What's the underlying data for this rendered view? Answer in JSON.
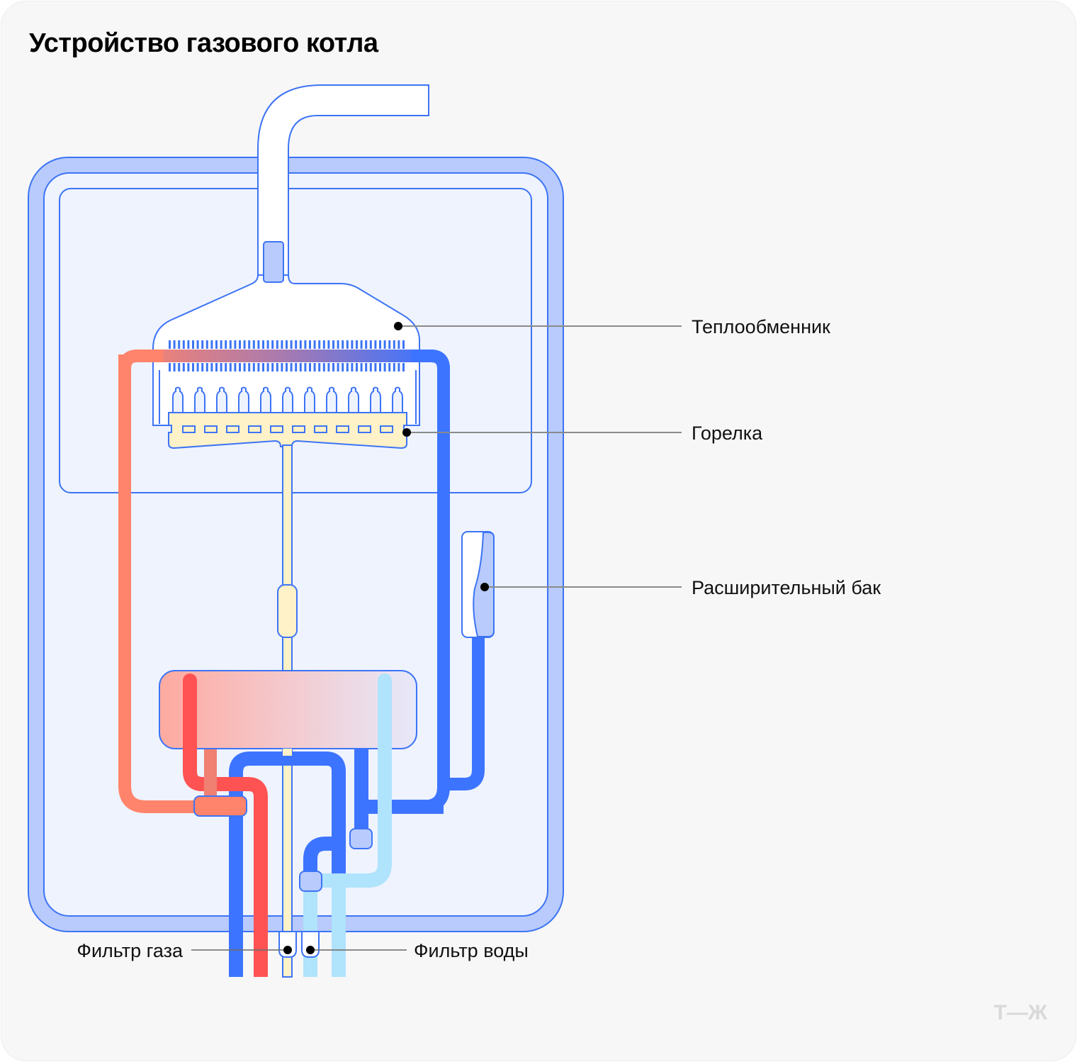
{
  "title": "Устройство газового котла",
  "labels": {
    "heat_exchanger": "Теплообменник",
    "burner": "Горелка",
    "expansion_tank": "Расширительный бак",
    "gas_filter": "Фильтр газа",
    "water_filter": "Фильтр воды"
  },
  "logo": "Т—Ж",
  "colors": {
    "background": "#f7f7f7",
    "outline_blue": "#3d74f5",
    "frame_fill": "#b8cbfc",
    "panel_fill": "#eef3fe",
    "hot_red": "#ff5252",
    "heating_return_orange": "#ff846b",
    "cold_blue": "#3d74ff",
    "cold_light_blue": "#b0e3fc",
    "gas_yellow": "#fff2c8",
    "leader_line": "#8a8a8a"
  }
}
